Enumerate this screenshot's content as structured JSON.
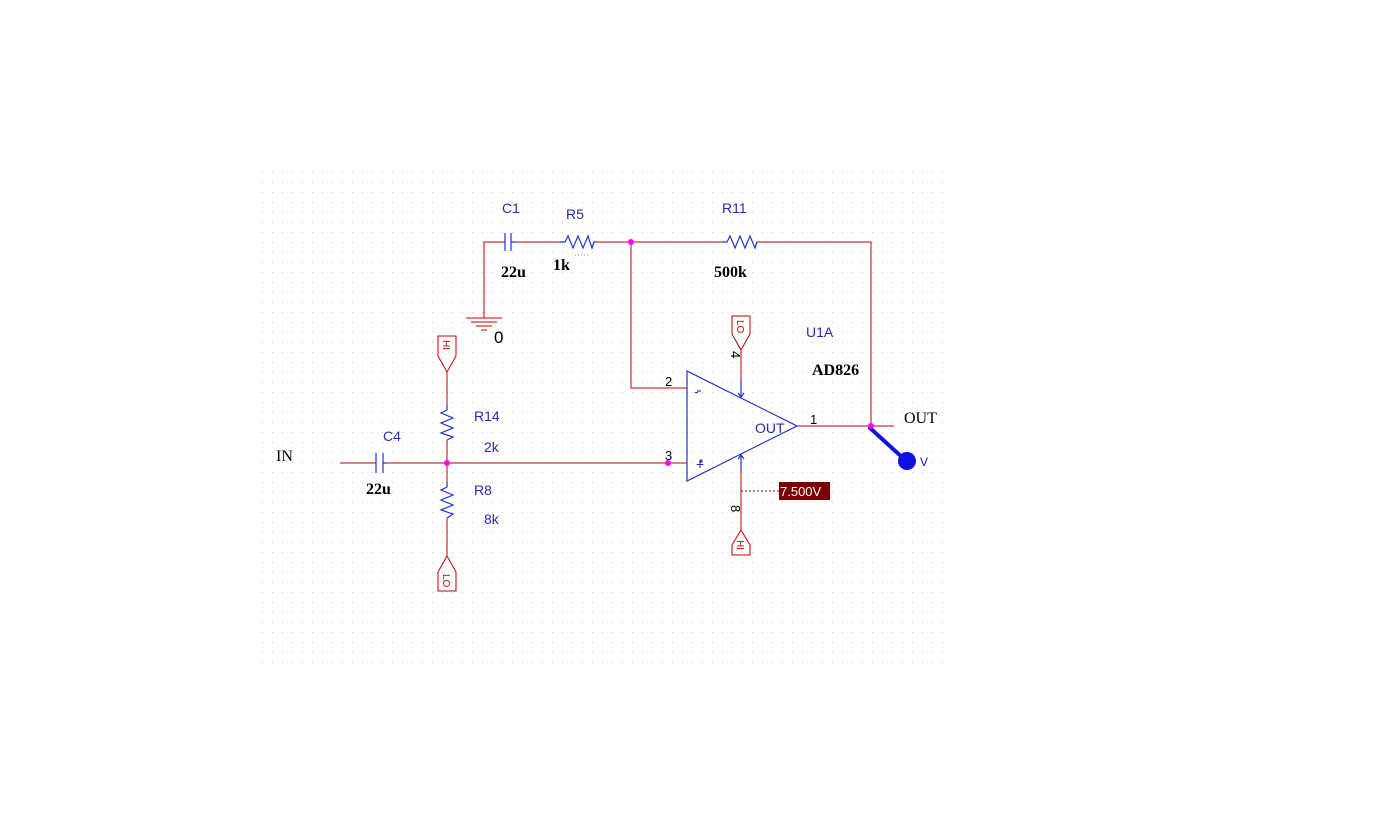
{
  "colors": {
    "wire": "#c00000",
    "component_label": "#2a2ab0",
    "junction": "#ff00ff",
    "probe": "#1010e0",
    "voltage_marker_bg": "#7a0000",
    "voltage_marker_text": "#ffffff"
  },
  "labels": {
    "c1_ref": "C1",
    "c1_value": "22u",
    "r5_ref": "R5",
    "r5_value": "1k",
    "r11_ref": "R11",
    "r11_value": "500k",
    "gnd_name": "0",
    "u1_ref": "U1A",
    "u1_part": "AD826",
    "r14_ref": "R14",
    "r14_value": "2k",
    "r8_ref": "R8",
    "r8_value": "8k",
    "c4_ref": "C4",
    "c4_value": "22u",
    "net_in": "IN",
    "net_out": "OUT",
    "opamp_out": "OUT",
    "opamp_minus": "-",
    "opamp_plus": "+",
    "pin_1": "1",
    "pin_2": "2",
    "pin_3": "3",
    "pin_4": "4",
    "pin_8": "8",
    "port_hi": "HI",
    "port_lo": "LO",
    "probe_label": "V",
    "bias_voltage": "7.500V"
  },
  "icons": {
    "ground": "ground-symbol-icon",
    "port": "offpage-port-icon",
    "probe": "voltage-probe-icon"
  }
}
